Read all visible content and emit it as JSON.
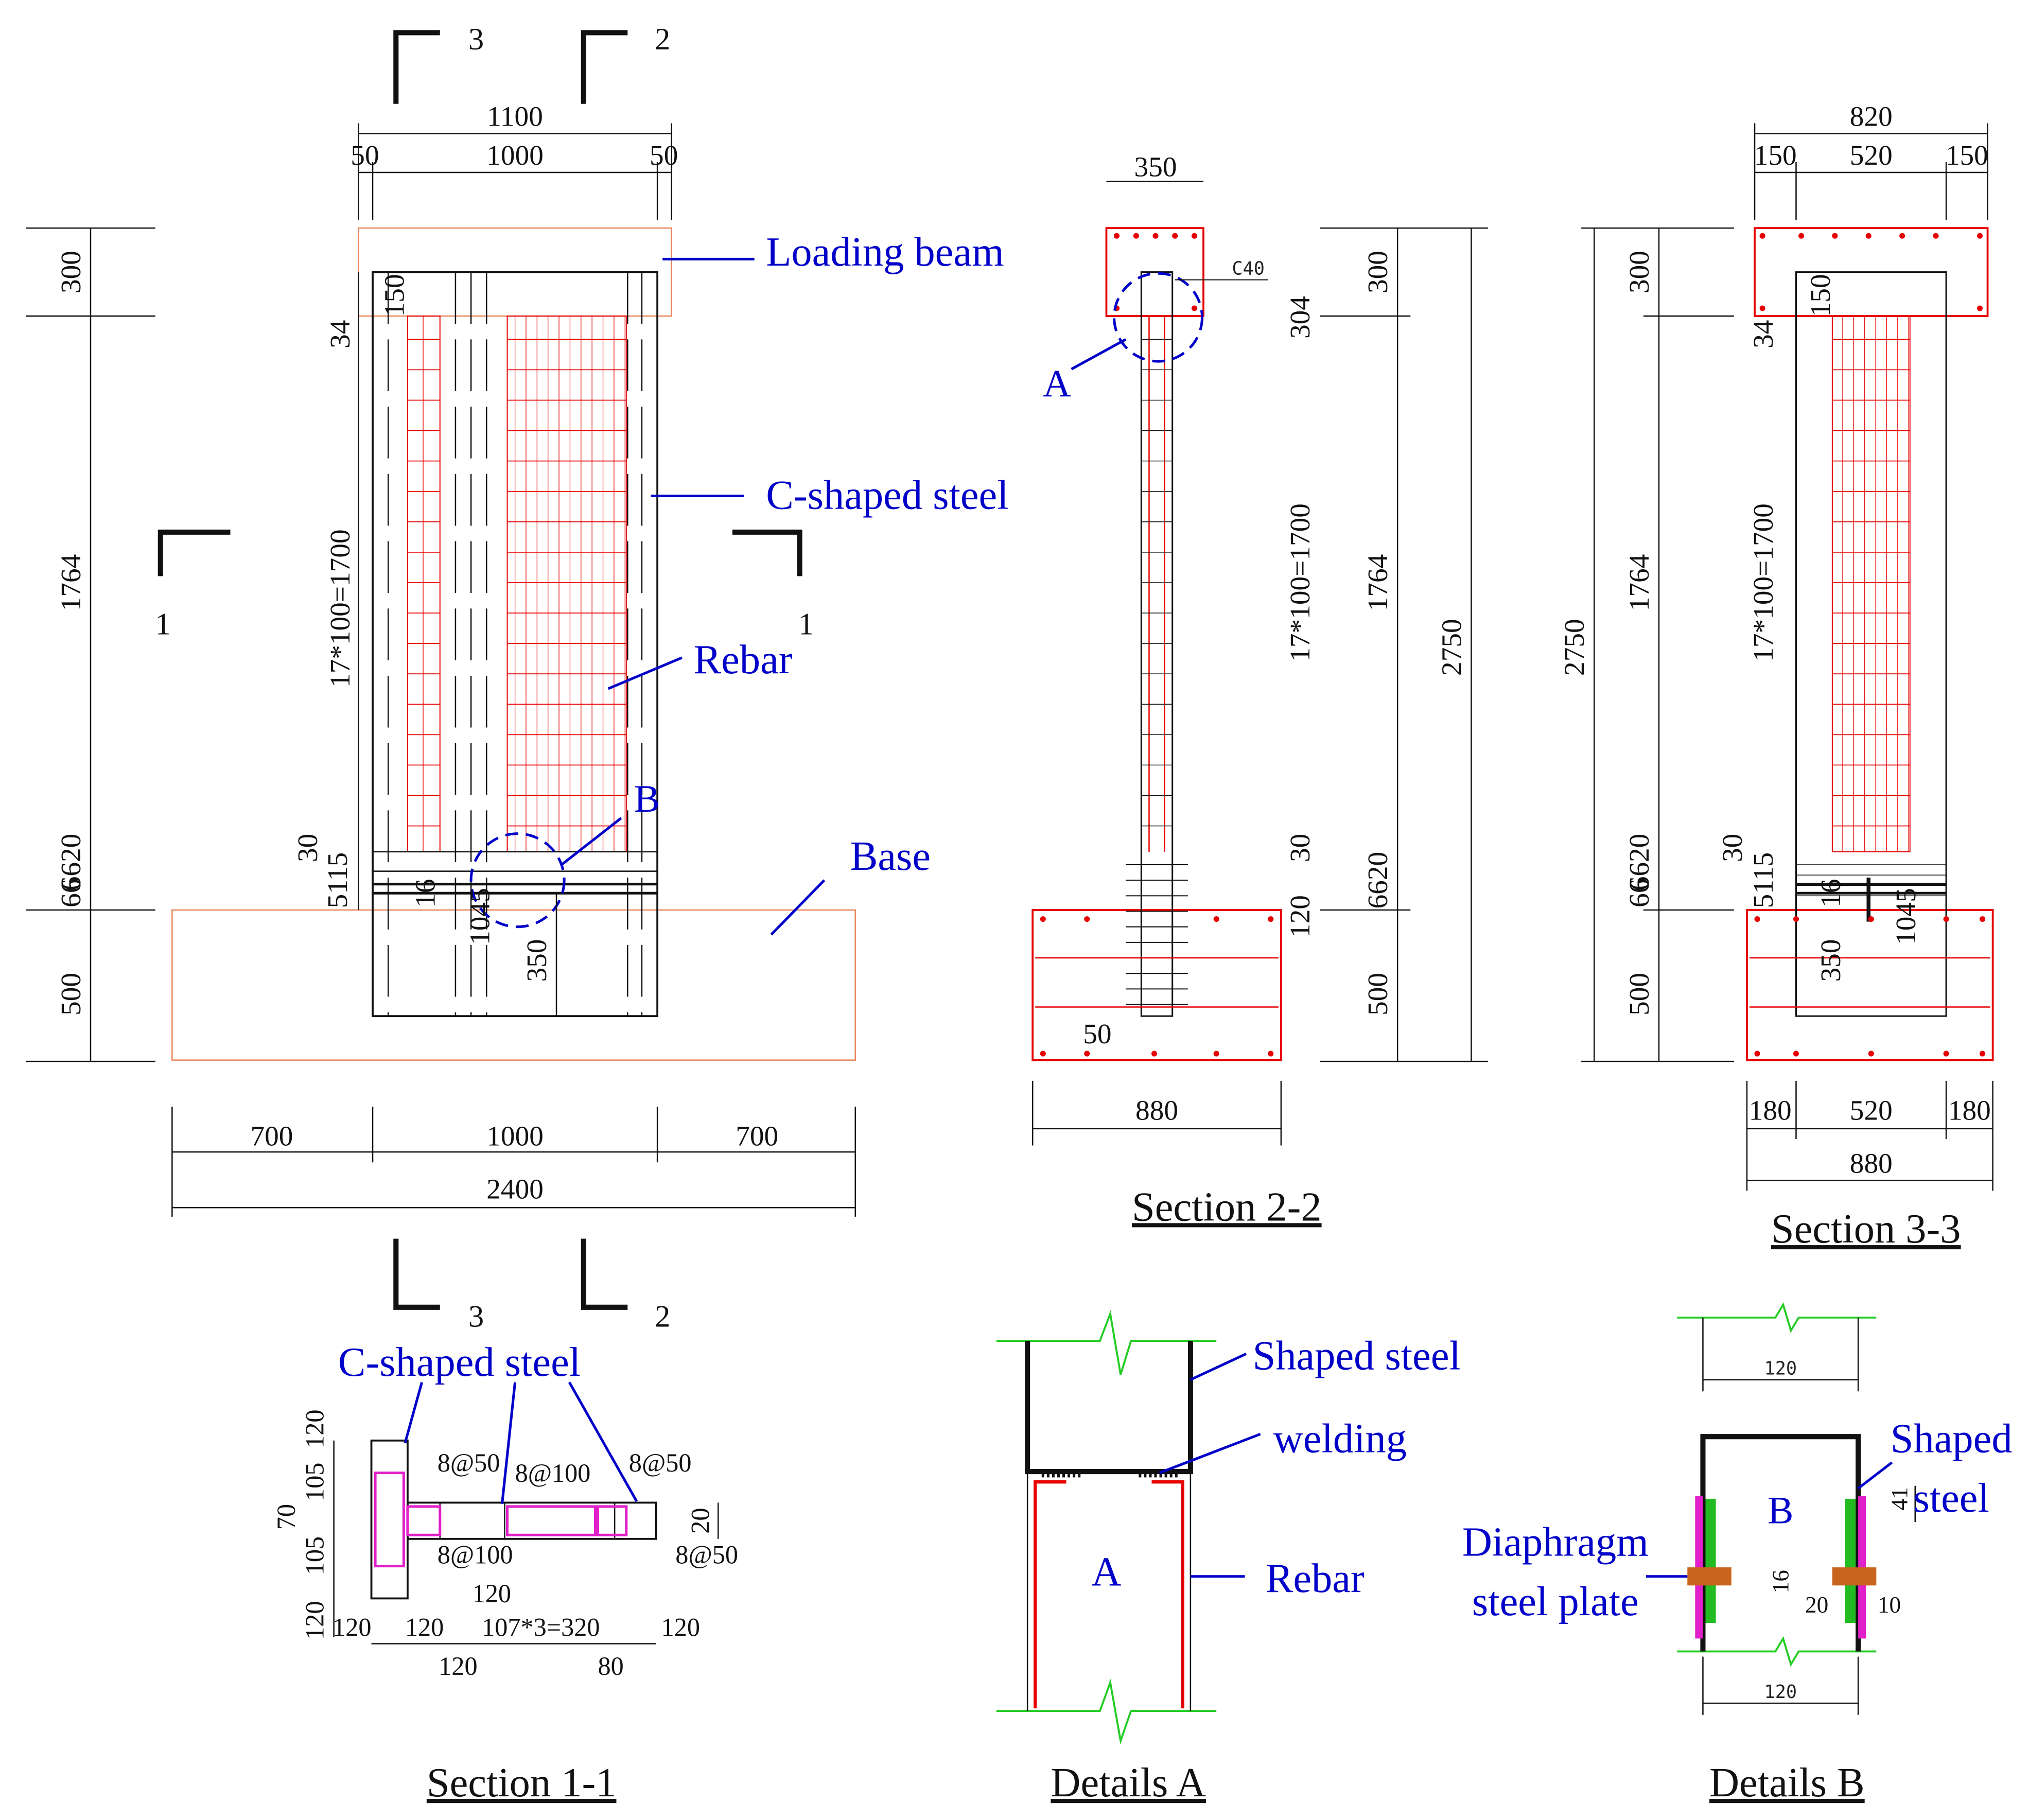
{
  "labels": {
    "loading_beam": "Loading beam",
    "c_shaped_steel": "C-shaped steel",
    "rebar": "Rebar",
    "base": "Base",
    "shaped_steel": "Shaped steel",
    "welding": "welding",
    "shaped": "Shaped",
    "steel": "steel",
    "diaphragm": "Diaphragm",
    "steel_plate": "steel plate",
    "a": "A",
    "b": "B"
  },
  "captions": {
    "section_2_2": "Section 2-2",
    "section_3_3": "Section 3-3",
    "section_1_1": "Section 1-1",
    "details_a": "Details A",
    "details_b": "Details B"
  },
  "section_marks": {
    "one": "1",
    "two": "2",
    "three": "3"
  },
  "concrete_grade": "C40",
  "elevation": {
    "d1100": "1100",
    "d50": "50",
    "d1000": "1000",
    "d300": "300",
    "d1764": "1764",
    "d500": "500",
    "d34": "34",
    "d150": "150",
    "spacing": "17*100=1700",
    "d30": "30",
    "d6620": "6620",
    "d66": "66",
    "d5115": "5115",
    "d16": "16",
    "d1045": "1045",
    "d350": "350",
    "d700": "700",
    "d2400": "2400"
  },
  "section_2_2": {
    "d350": "350",
    "d300": "300",
    "d304": "304",
    "spacing": "17*100=1700",
    "d1764": "1764",
    "d2750": "2750",
    "d30": "30",
    "d6620": "6620",
    "d120": "120",
    "d500": "500",
    "d50": "50",
    "d880": "880"
  },
  "section_3_3": {
    "d820": "820",
    "d150": "150",
    "d520": "520",
    "d300": "300",
    "d2750": "2750",
    "d1764": "1764",
    "d34": "34",
    "spacing": "17*100=1700",
    "d30": "30",
    "d6620": "6620",
    "d66": "66",
    "d5115": "5115",
    "d16": "16",
    "d1045": "1045",
    "d350": "350",
    "d500": "500",
    "d180": "180",
    "d880": "880"
  },
  "section_1_1": {
    "stirrup_a": "8@50",
    "stirrup_b": "8@100",
    "d120": "120",
    "d105": "105",
    "d70": "70",
    "d20": "20",
    "d107x3": "107*3=320",
    "d80": "80"
  },
  "details_b": {
    "d120": "120",
    "d41": "41",
    "d16": "16",
    "d20": "20",
    "d10": "10"
  },
  "colors": {
    "outline": "#111111",
    "rebar": "#e60000",
    "concrete_outline": "#e8845a",
    "label_blue": "#0000c8",
    "break_green": "#22cc22",
    "weld_orange": "#c8641e",
    "stiffener_magenta": "#e020c8",
    "stiffener_green": "#22bb22"
  }
}
